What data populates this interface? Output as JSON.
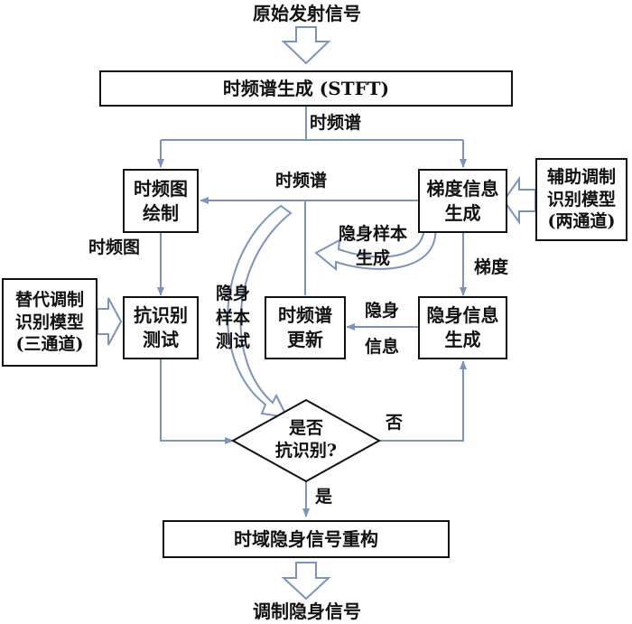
{
  "input_signal": "原始发射信号",
  "output_signal": "调制隐身信号",
  "stft_box": "时频谱生成 (STFT)",
  "stft_out_label": "时频谱",
  "tf_plot_box": [
    "时频图",
    "绘制"
  ],
  "gradient_box": [
    "梯度信息",
    "生成"
  ],
  "aux_model": [
    "辅助调制",
    "识别模型",
    "(两通道)"
  ],
  "surrogate_model": [
    "替代调制",
    "识别模型",
    "(三通道)"
  ],
  "anti_test_box": [
    "抗识别",
    "测试"
  ],
  "tf_update_box": [
    "时频谱",
    "更新"
  ],
  "stealth_info_box": [
    "隐身信息",
    "生成"
  ],
  "decision": [
    "是否",
    "抗识别?"
  ],
  "reconstruct_box": "时域隐身信号重构",
  "edge_labels": {
    "tf_spectrum_mid": "时频谱",
    "tf_image": "时频图",
    "gradient": "梯度",
    "stealth_info_top": "隐身",
    "stealth_info_bottom": "信息",
    "no": "否",
    "yes": "是"
  },
  "curved_labels": {
    "stealth_sample_gen": [
      "隐身样本",
      "生成"
    ],
    "stealth_sample_test": [
      "隐身",
      "样本",
      "测试"
    ]
  },
  "colors": {
    "line": "#7b93c4",
    "box_border": "#111111"
  }
}
